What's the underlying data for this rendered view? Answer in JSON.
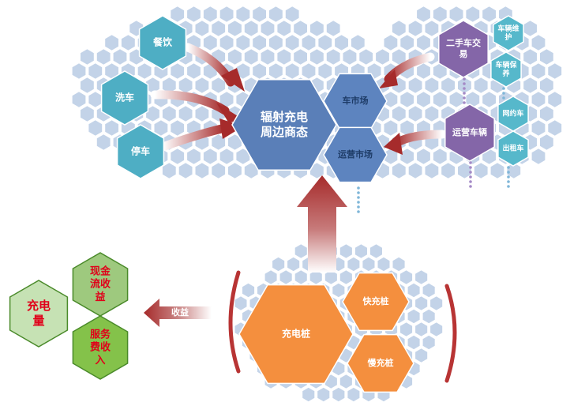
{
  "colors": {
    "bg_hex": "#c3d3e8",
    "bg_hex_stroke": "#ffffff",
    "teal": "#4eaec4",
    "blue_center": "#5a7fb8",
    "blue_side": "#5d84bf",
    "purple": "#8466a8",
    "teal_small": "#56b8cb",
    "orange": "#f48f3e",
    "green_light": "#c6e2b4",
    "green_mid": "#9ec97e",
    "green_dark": "#84c24a",
    "arrow_red": "#a62b2b",
    "bracket_red": "#b83434",
    "text_red": "#e0001a"
  },
  "top": {
    "center": "辐射充电周边商态",
    "car_market": "车市场",
    "ops_market": "运营市场",
    "left_items": [
      "餐饮",
      "洗车",
      "停车"
    ],
    "used_car": "二手车交易",
    "ops_vehicle": "运营车辆",
    "small_items": [
      "车辆维护",
      "车辆保养",
      "网约车",
      "出租车"
    ]
  },
  "bottom": {
    "charging_pile": "充电桩",
    "fast": "快充桩",
    "slow": "慢充桩",
    "revenue": "收益"
  },
  "left": {
    "volume": "充电量",
    "cash_flow": "现金流收益",
    "service_fee": "服务费收入"
  }
}
